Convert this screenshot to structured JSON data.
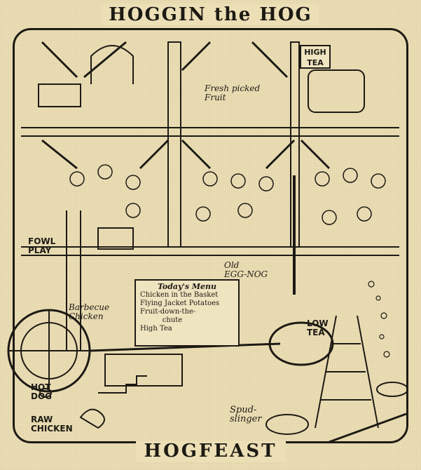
{
  "title": "HOGGIN the HOG",
  "footer": "HOGFEAST",
  "labels": {
    "fresh_fruit": "Fresh picked\nFruit",
    "high_tea": "HIGH\nTEA",
    "fowl_play": "FOWL\nPLAY",
    "old_eggnog": "Old\nEGG-NOG",
    "barbecue": "Barbecue\nChicken",
    "low_tea": "LOW\nTEA",
    "hot_dog": "HOT\nDOG",
    "raw_chicken": "RAW\nCHICKEN",
    "spud_slinger": "Spud-\nslinger"
  },
  "menu": {
    "title": "Today's Menu",
    "items": [
      "Chicken in the Basket",
      "Flying Jacket Potatoes",
      "Fruit-down-the-",
      "          chute",
      "High Tea"
    ]
  },
  "colors": {
    "paper": "#ecdfb6",
    "ink": "#1d1a14"
  }
}
